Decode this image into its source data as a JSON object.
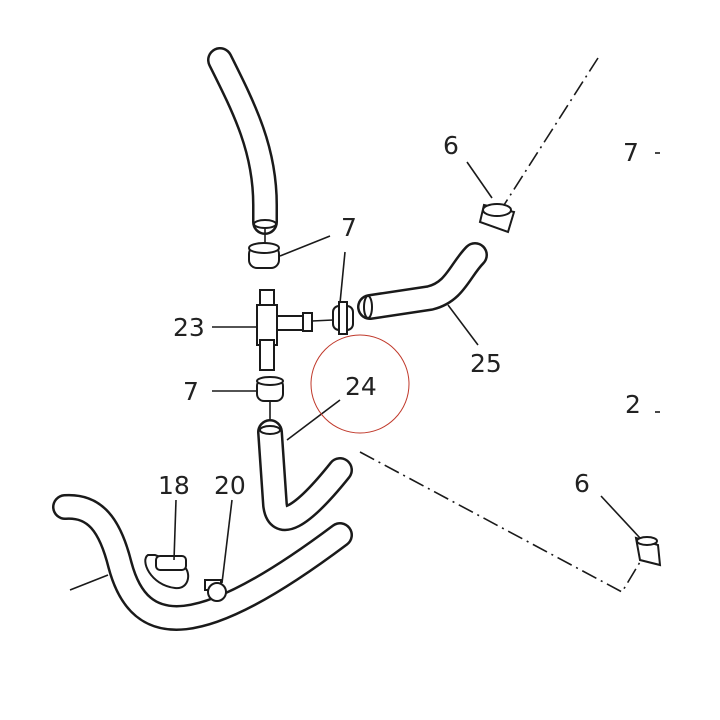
{
  "callouts": {
    "c6_top": "6",
    "c7_right_top": "7",
    "c7_clamp_upper": "7",
    "c23": "23",
    "c7_clamp_small": "7",
    "c25": "25",
    "c24": "24",
    "c7_lower": "7",
    "c2": "2",
    "c6_right": "6",
    "c18": "18",
    "c20": "20"
  },
  "highlight": {
    "circle_color": "#c0392b",
    "target_callout": "24"
  },
  "colors": {
    "line": "#1a1a1a",
    "background": "#ffffff"
  }
}
